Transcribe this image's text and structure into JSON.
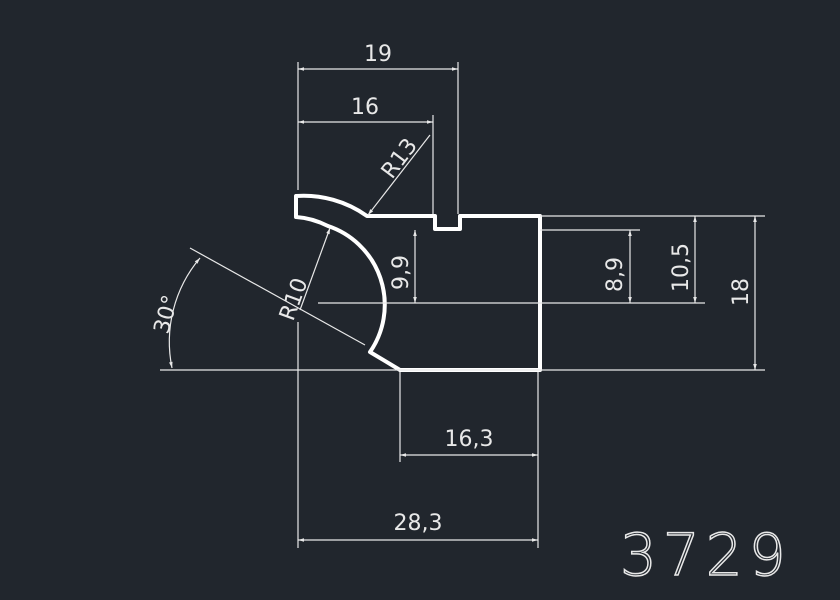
{
  "drawing": {
    "part_number": "3729",
    "dimensions": {
      "width_top": "19",
      "width_inner": "16",
      "radius_outer": "R13",
      "radius_inner": "R10",
      "height_inner": "9,9",
      "angle": "30°",
      "height_a": "8,9",
      "height_b": "10,5",
      "height_total": "18",
      "width_bottom": "16,3",
      "width_total": "28,3"
    },
    "colors": {
      "background": "#21262d",
      "lines": "#ffffff"
    }
  }
}
